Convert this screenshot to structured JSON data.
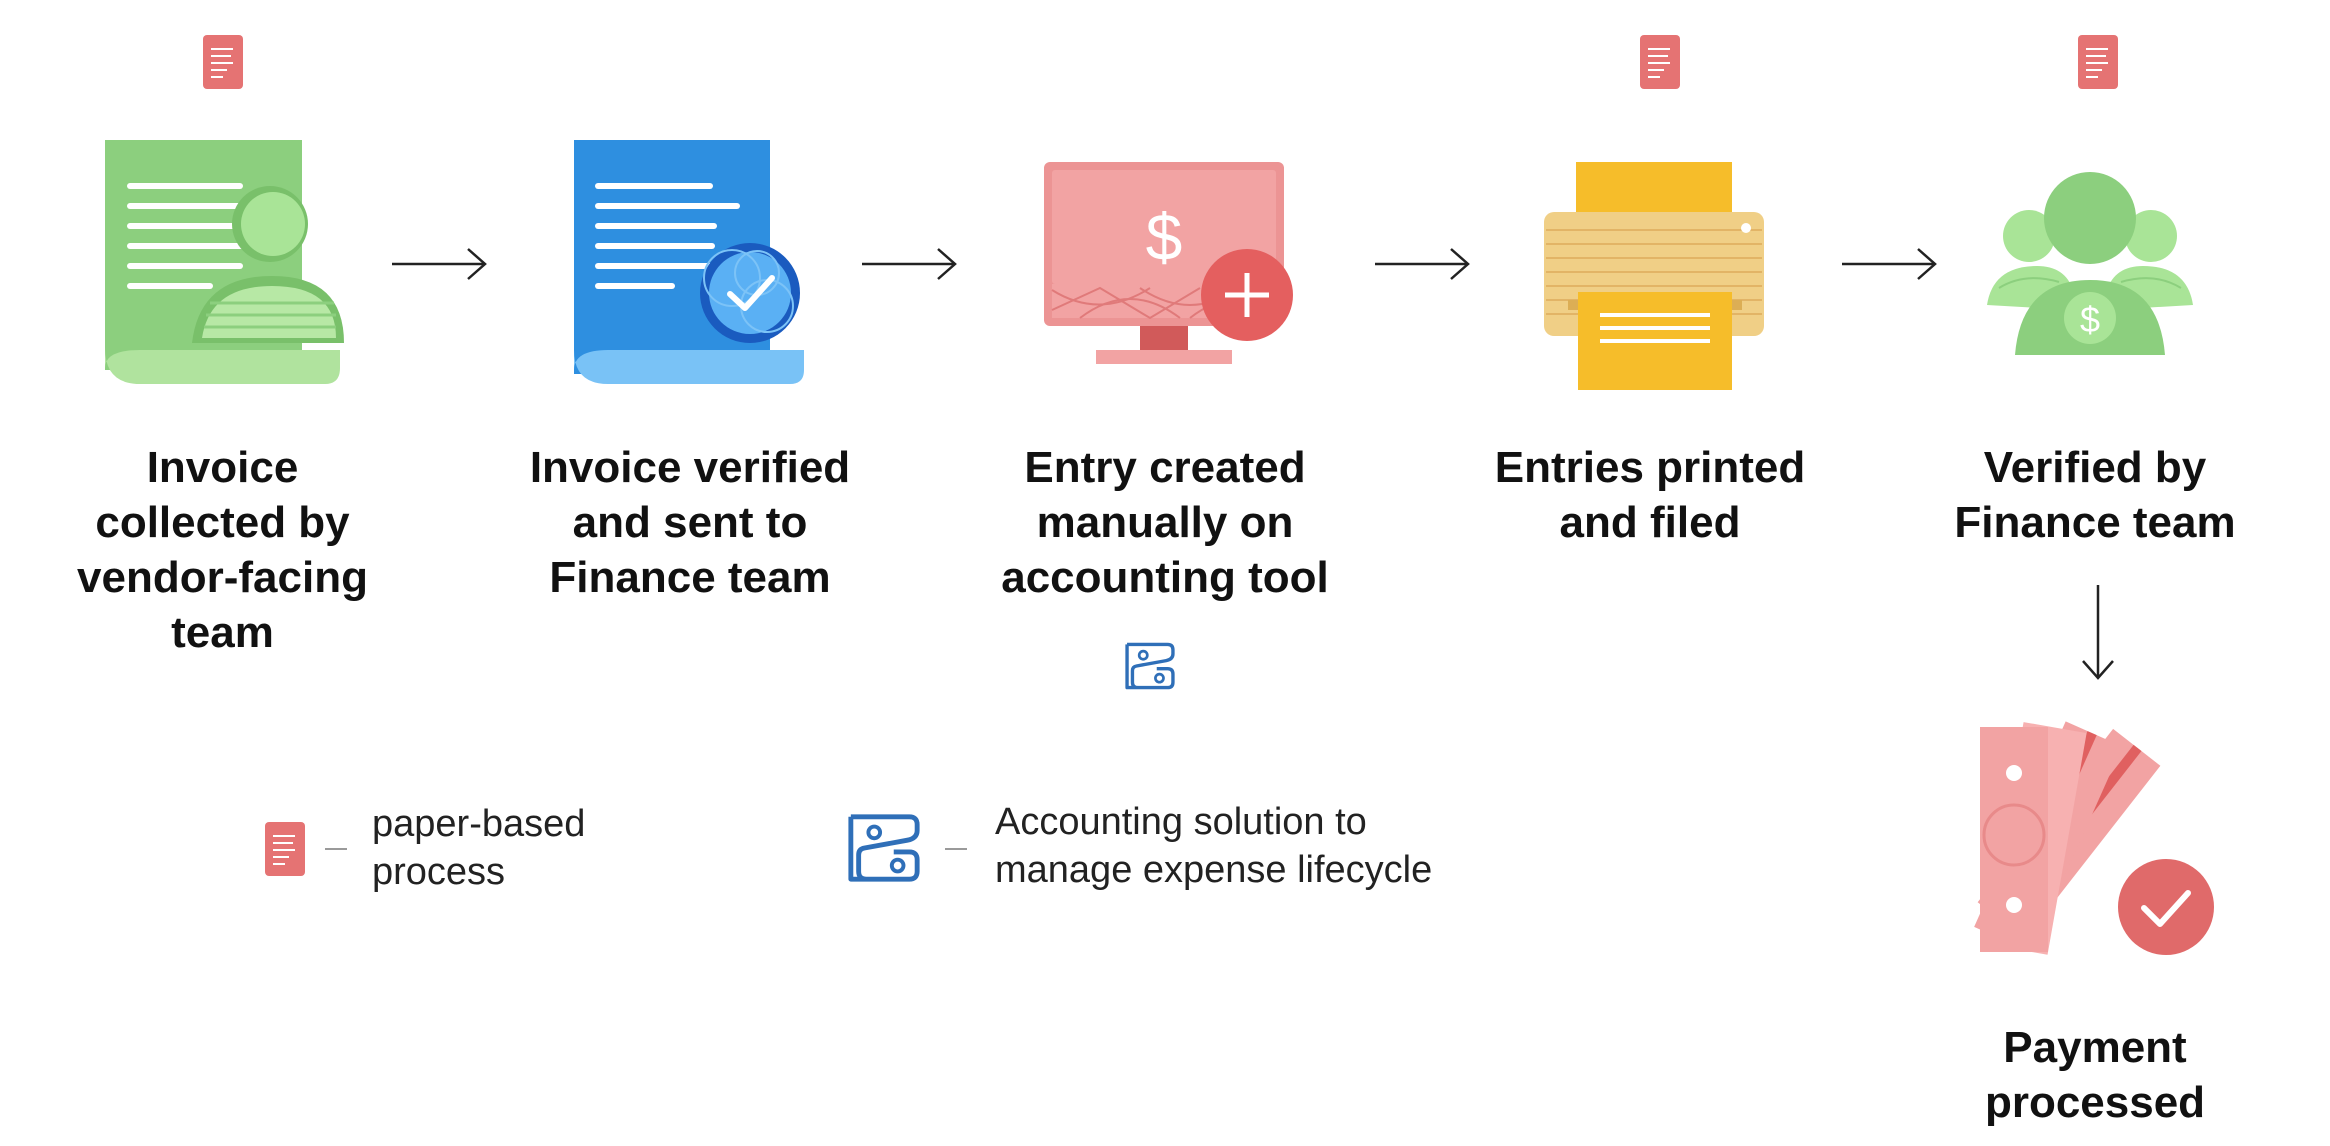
{
  "steps": [
    {
      "label": "Invoice\ncollected by\nvendor-facing\nteam",
      "icon": "invoice-person-icon",
      "paper_based": true
    },
    {
      "label": "Invoice verified\nand sent to\nFinance team",
      "icon": "invoice-verified-icon",
      "paper_based": false
    },
    {
      "label": "Entry created\nmanually on\naccounting tool",
      "icon": "monitor-add-icon",
      "accounting_solution": true
    },
    {
      "label": "Entries printed\nand filed",
      "icon": "printer-icon",
      "paper_based": true
    },
    {
      "label": "Verified by\nFinance team",
      "icon": "finance-team-icon",
      "paper_based": true
    },
    {
      "label": "Payment\nprocessed",
      "icon": "money-check-icon"
    }
  ],
  "legend": {
    "paper": {
      "text": "paper-based\nprocess",
      "icon": "paper-doc-icon"
    },
    "solution": {
      "text": "Accounting solution to\nmanage expense lifecycle",
      "icon": "accounting-logo-icon"
    }
  },
  "colors": {
    "green": "#8ccf7e",
    "light_green": "#b0e39e",
    "blue": "#2e8fe0",
    "light_blue": "#79c2f6",
    "pink": "#f2a3a3",
    "red": "#e57373",
    "yellow": "#f6bd2a",
    "tan": "#f0cf86",
    "logo_blue": "#2f6fb8"
  }
}
